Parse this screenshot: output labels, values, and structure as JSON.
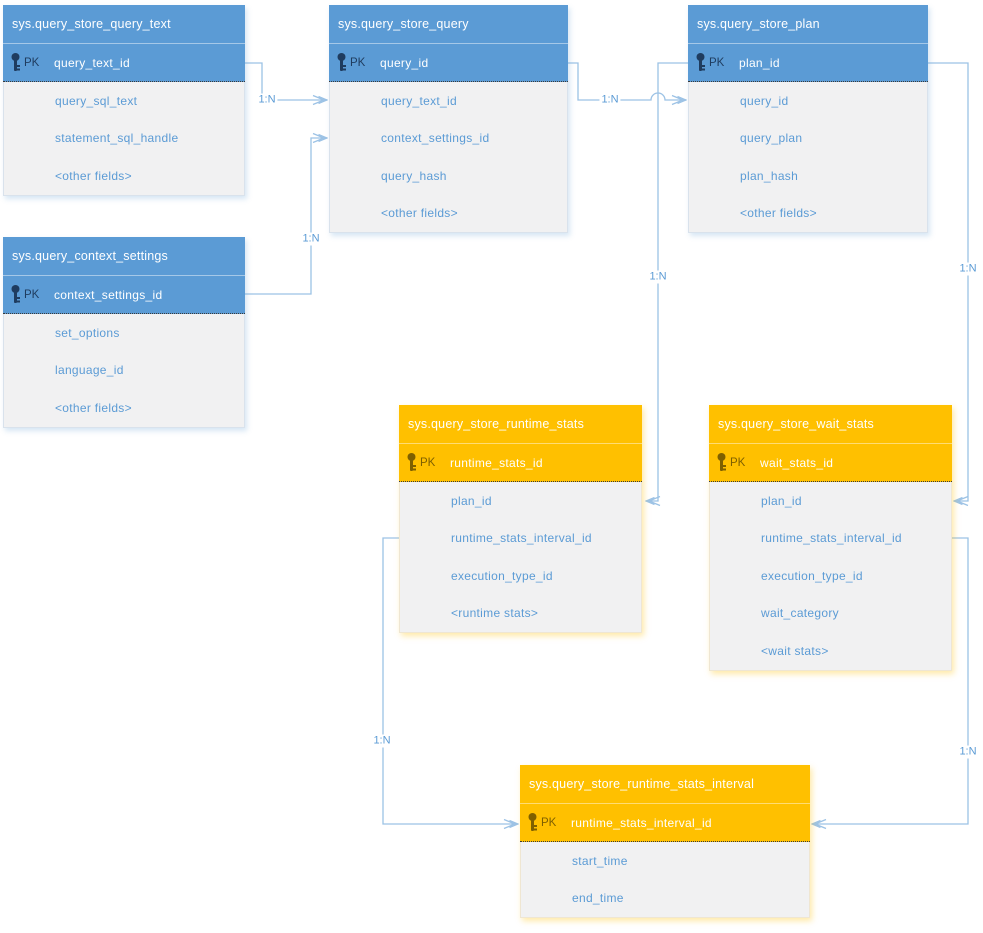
{
  "colors": {
    "blue": "#5B9BD5",
    "orange": "#FFC000",
    "bodyBg": "#F1F1F2",
    "fieldText": "#5B9BD5",
    "connector": "#9CC2E5",
    "pkDarkBlue": "#1F3C5F",
    "pkDarkOrange": "#7F6000",
    "headerText": "#FFFFFF"
  },
  "tables": [
    {
      "name": "sys.query_store_query_text",
      "theme": "blue",
      "pk_label": "PK",
      "pk_field": "query_text_id",
      "fields": [
        "query_sql_text",
        "statement_sql_handle",
        "<other fields>"
      ]
    },
    {
      "name": "sys.query_store_query",
      "theme": "blue",
      "pk_label": "PK",
      "pk_field": "query_id",
      "fields": [
        "query_text_id",
        "context_settings_id",
        "query_hash",
        "<other fields>"
      ]
    },
    {
      "name": "sys.query_store_plan",
      "theme": "blue",
      "pk_label": "PK",
      "pk_field": "plan_id",
      "fields": [
        "query_id",
        "query_plan",
        "plan_hash",
        "<other fields>"
      ]
    },
    {
      "name": "sys.query_context_settings",
      "theme": "blue",
      "pk_label": "PK",
      "pk_field": "context_settings_id",
      "fields": [
        "set_options",
        "language_id",
        "<other fields>"
      ]
    },
    {
      "name": "sys.query_store_runtime_stats",
      "theme": "orange",
      "pk_label": "PK",
      "pk_field": "runtime_stats_id",
      "fields": [
        "plan_id",
        "runtime_stats_interval_id",
        "execution_type_id",
        "<runtime stats>"
      ]
    },
    {
      "name": "sys.query_store_wait_stats",
      "theme": "orange",
      "pk_label": "PK",
      "pk_field": "wait_stats_id",
      "fields": [
        "plan_id",
        "runtime_stats_interval_id",
        "execution_type_id",
        "wait_category",
        "<wait stats>"
      ]
    },
    {
      "name": "sys.query_store_runtime_stats_interval",
      "theme": "orange",
      "pk_label": "PK",
      "pk_field": "runtime_stats_interval_id",
      "fields": [
        "start_time",
        "end_time"
      ]
    }
  ],
  "connections": [
    {
      "label": "1:N",
      "from": "sys.query_store_query_text.query_text_id",
      "to": "sys.query_store_query.query_text_id"
    },
    {
      "label": "1:N",
      "from": "sys.query_context_settings.context_settings_id",
      "to": "sys.query_store_query.context_settings_id"
    },
    {
      "label": "1:N",
      "from": "sys.query_store_query.query_id",
      "to": "sys.query_store_plan.query_id"
    },
    {
      "label": "1:N",
      "from": "sys.query_store_plan.plan_id",
      "to": "sys.query_store_runtime_stats.plan_id"
    },
    {
      "label": "1:N",
      "from": "sys.query_store_plan.plan_id",
      "to": "sys.query_store_wait_stats.plan_id"
    },
    {
      "label": "1:N",
      "from": "sys.query_store_runtime_stats_interval.runtime_stats_interval_id",
      "to": "sys.query_store_runtime_stats.runtime_stats_interval_id"
    },
    {
      "label": "1:N",
      "from": "sys.query_store_runtime_stats_interval.runtime_stats_interval_id",
      "to": "sys.query_store_wait_stats.runtime_stats_interval_id"
    }
  ]
}
